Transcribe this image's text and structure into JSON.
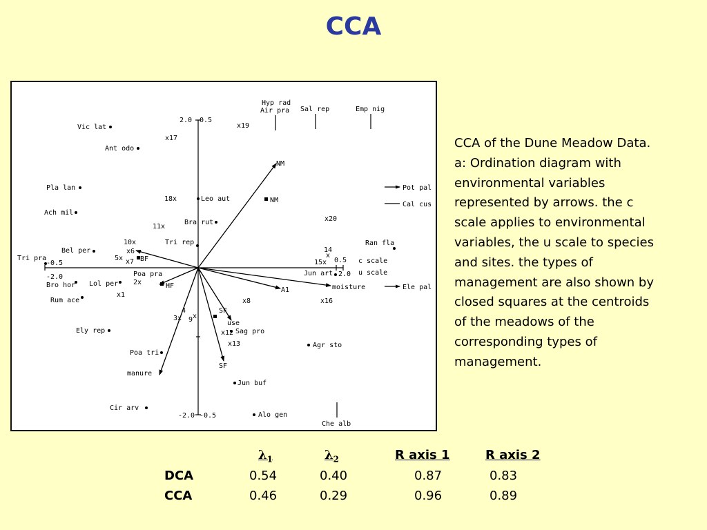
{
  "title": "CCA",
  "figure": {
    "axes": {
      "y_top": "2.0",
      "y_top_c": "0.5",
      "y_bottom": "-2.0",
      "y_bottom_c": "-0.5",
      "x_left": "-2.0",
      "x_left_c": "-0.5",
      "x_right_c": "0.5",
      "x_right": "2.0",
      "c_scale": "c scale",
      "u_scale": "u scale"
    },
    "species": [
      "Vic lat",
      "Ant odo",
      "Pla lan",
      "Ach mil",
      "Leo aut",
      "Bra rut",
      "Tri rep",
      "Bel per",
      "Tri pra",
      "Bro hor",
      "Lol per",
      "Poa pra",
      "Rum ace",
      "Ely rep",
      "Poa tri",
      "Cir arv",
      "Sag pro",
      "Agr sto",
      "Jun buf",
      "Alo gen",
      "Jun art",
      "Ran fla"
    ],
    "sites": [
      "x17",
      "x19",
      "18x",
      "11x",
      "10x",
      "x6",
      "x7",
      "5x",
      "2x",
      "x1",
      "x20",
      "14",
      "x",
      "15x",
      "x8",
      "x16",
      "4",
      "3x",
      "x",
      "9",
      "x12",
      "x13"
    ],
    "environment": [
      "A1",
      "moisture",
      "NM",
      "SF",
      "use",
      "manure"
    ],
    "management": [
      "NM",
      "BF",
      "HF",
      "SF"
    ],
    "offscale": [
      "Hyp rad",
      "Air pra",
      "Sal rep",
      "Emp nig",
      "Pot pal",
      "Cal cus",
      "Ele pal",
      "Che alb"
    ]
  },
  "caption": [
    "CCA of the Dune Meadow Data.",
    "a: Ordination diagram with",
    "environmental variables",
    "represented by arrows. the c",
    "scale applies to environmental",
    "variables, the u scale to species",
    "and sites. the types of",
    "management are also shown by",
    "closed squares at the centroids",
    "of the meadows of the",
    "corresponding types of",
    "management."
  ],
  "stats_table": {
    "headers": [
      "λ",
      "λ",
      "R axis 1",
      "R axis 2"
    ],
    "header_subs": [
      "1",
      "2"
    ],
    "rows": [
      {
        "label": "DCA",
        "values": [
          "0.54",
          "0.40",
          "0.87",
          "0.83"
        ]
      },
      {
        "label": "CCA",
        "values": [
          "0.46",
          "0.29",
          "0.96",
          "0.89"
        ]
      }
    ]
  },
  "colors": {
    "background": "#ffffc6",
    "title": "#2a3aa0"
  }
}
